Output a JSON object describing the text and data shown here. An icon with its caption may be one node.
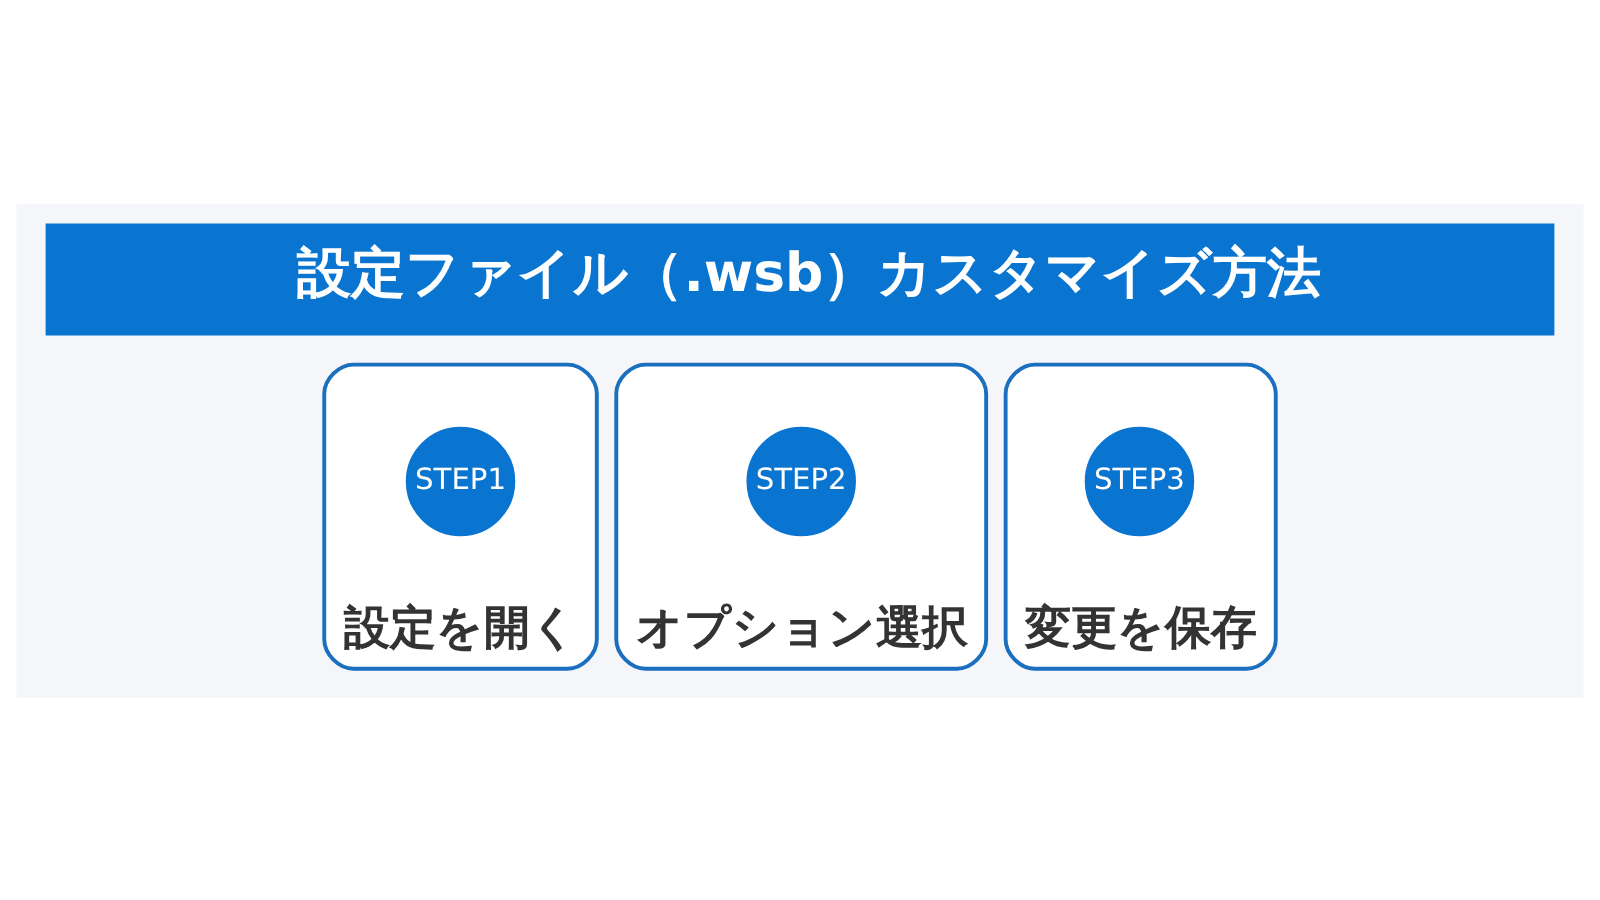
{
  "diagram": {
    "title": "設定ファイル（.wsb）カスタマイズ方法",
    "nodes": [
      {
        "text": [
          "設定を開く"
        ]
      },
      {
        "text": [
          "STEP1"
        ],
        "in": 0
      },
      {
        "text": [
          "オプション選択"
        ]
      },
      {
        "text": [
          "STEP2"
        ],
        "in": 2
      },
      {
        "text": [
          "変更を保存"
        ]
      },
      {
        "text": [
          "STEP3"
        ],
        "in": 4
      }
    ],
    "edges": []
  }
}
